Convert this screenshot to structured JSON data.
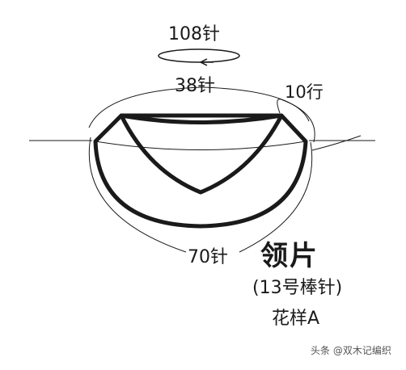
{
  "diagram": {
    "round_stitches": "108针",
    "neck_stitches": "38针",
    "side_rows": "10行",
    "outer_stitches": "70针",
    "piece_title": "领片",
    "needle_note": "(13号棒针)",
    "pattern_note": "花样A"
  },
  "watermark": "头条 @双木记编织",
  "colors": {
    "stroke": "#1a1a1a",
    "background": "#ffffff"
  }
}
